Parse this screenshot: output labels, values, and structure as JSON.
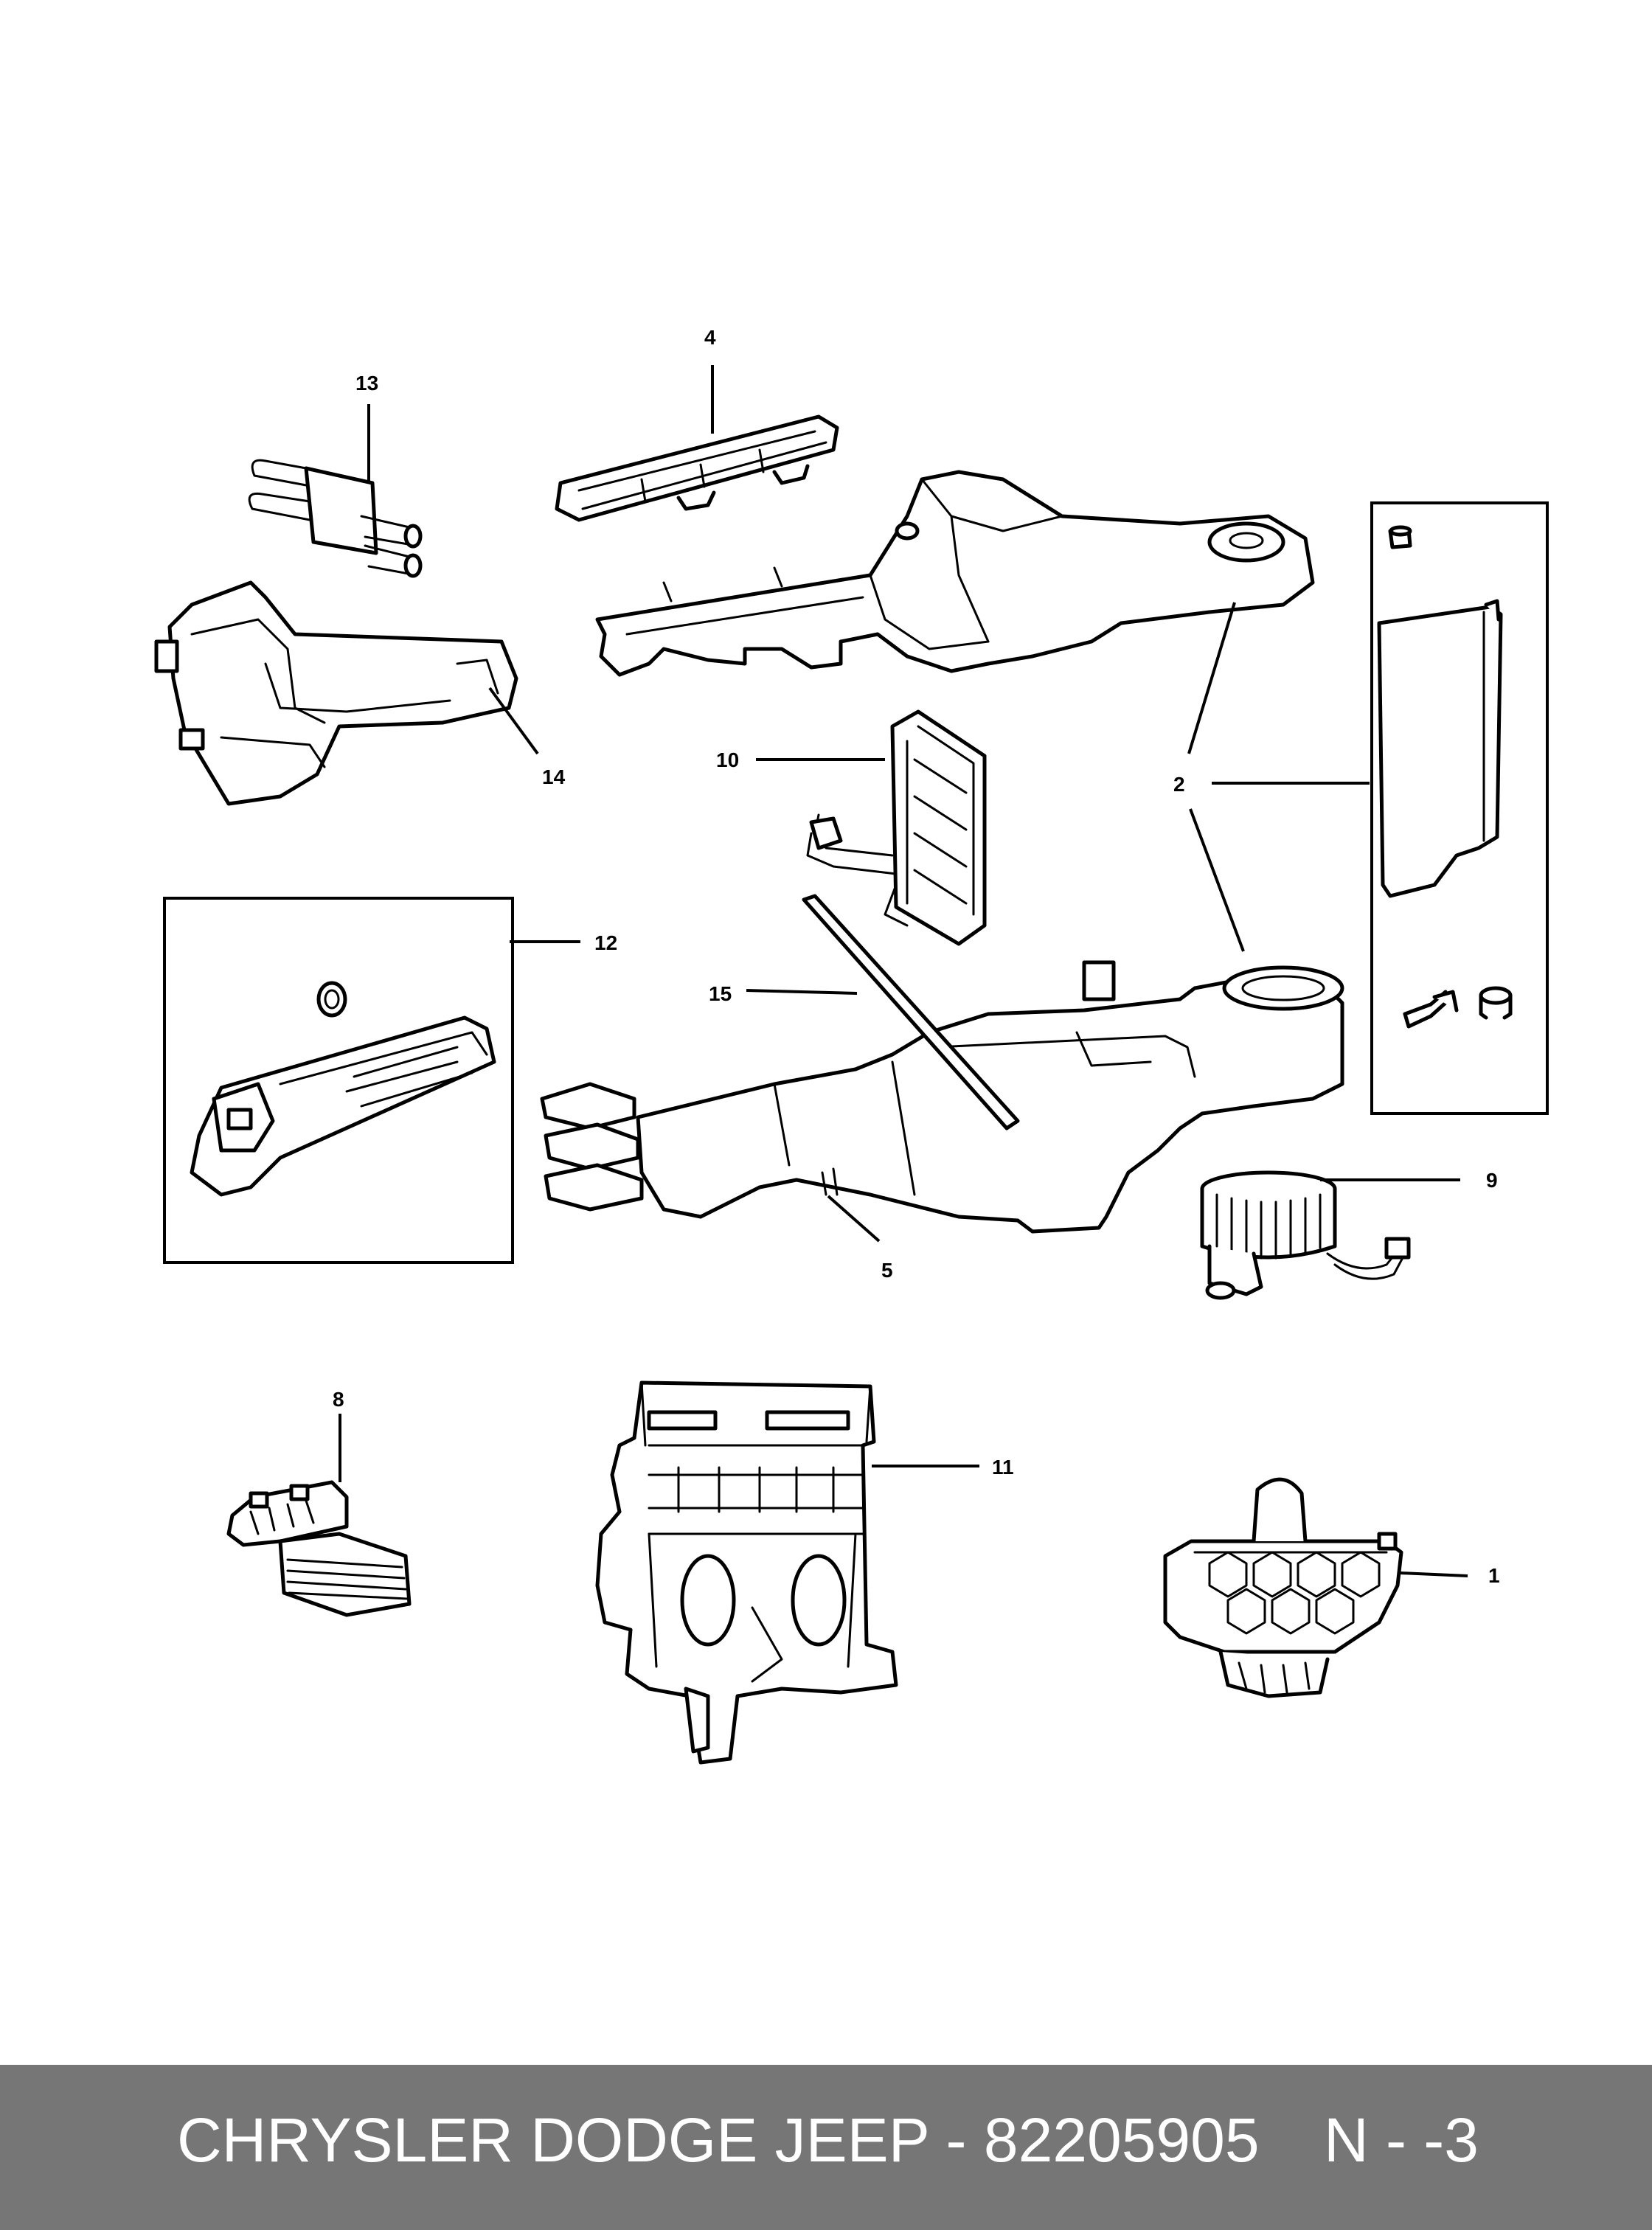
{
  "callouts": {
    "c1": "1",
    "c2": "2",
    "c4": "4",
    "c5": "5",
    "c8": "8",
    "c9": "9",
    "c10": "10",
    "c11": "11",
    "c12": "12",
    "c13": "13",
    "c14": "14",
    "c15": "15"
  },
  "footer": {
    "part_line": "CHRYSLER DODGE JEEP - 82205905",
    "variant": "N - -3",
    "background": "#767676",
    "text_color": "#ffffff"
  }
}
